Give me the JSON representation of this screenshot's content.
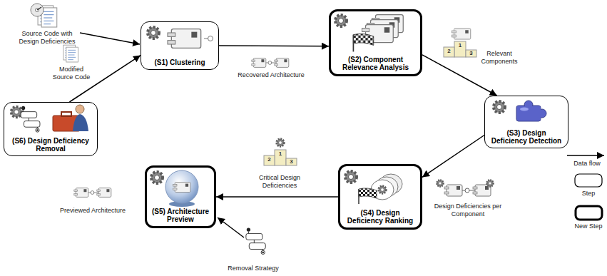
{
  "diagram": {
    "nodes": [
      {
        "text": [
          "(S1) Clustering"
        ]
      },
      {
        "text": [
          "(S2) Component Relevance Analysis"
        ]
      },
      {
        "text": [
          "(S3) Design Deficiency Detection"
        ]
      },
      {
        "text": [
          "(S4) Design Deficiency Ranking"
        ]
      },
      {
        "text": [
          "(S5) Architecture Preview"
        ]
      },
      {
        "text": [
          "(S6) Design Deficiency Removal"
        ]
      }
    ],
    "edges": [
      {
        "from": 0,
        "to": 1,
        "arrow": "to",
        "label": "Recovered Architecture"
      },
      {
        "from": 1,
        "to": 2,
        "arrow": "to",
        "label": "Relevant Components"
      },
      {
        "from": 2,
        "to": 3,
        "arrow": "to",
        "label": "Design Deficiencies per Component"
      },
      {
        "from": 3,
        "to": 4,
        "arrow": "to",
        "label": "Critical Design Deficiencies"
      },
      {
        "from": 5,
        "to": 0,
        "arrow": "to",
        "label": "Modified Source Code"
      }
    ],
    "labels": [
      "Source Code with Design Deficiencies",
      "1",
      "2",
      "3",
      "1",
      "2",
      "3",
      "Previewed Architecture",
      "Removal Strategy"
    ],
    "legend": [
      {
        "text": "Data flow"
      },
      {
        "text": "Step"
      },
      {
        "text": "New Step"
      }
    ]
  }
}
